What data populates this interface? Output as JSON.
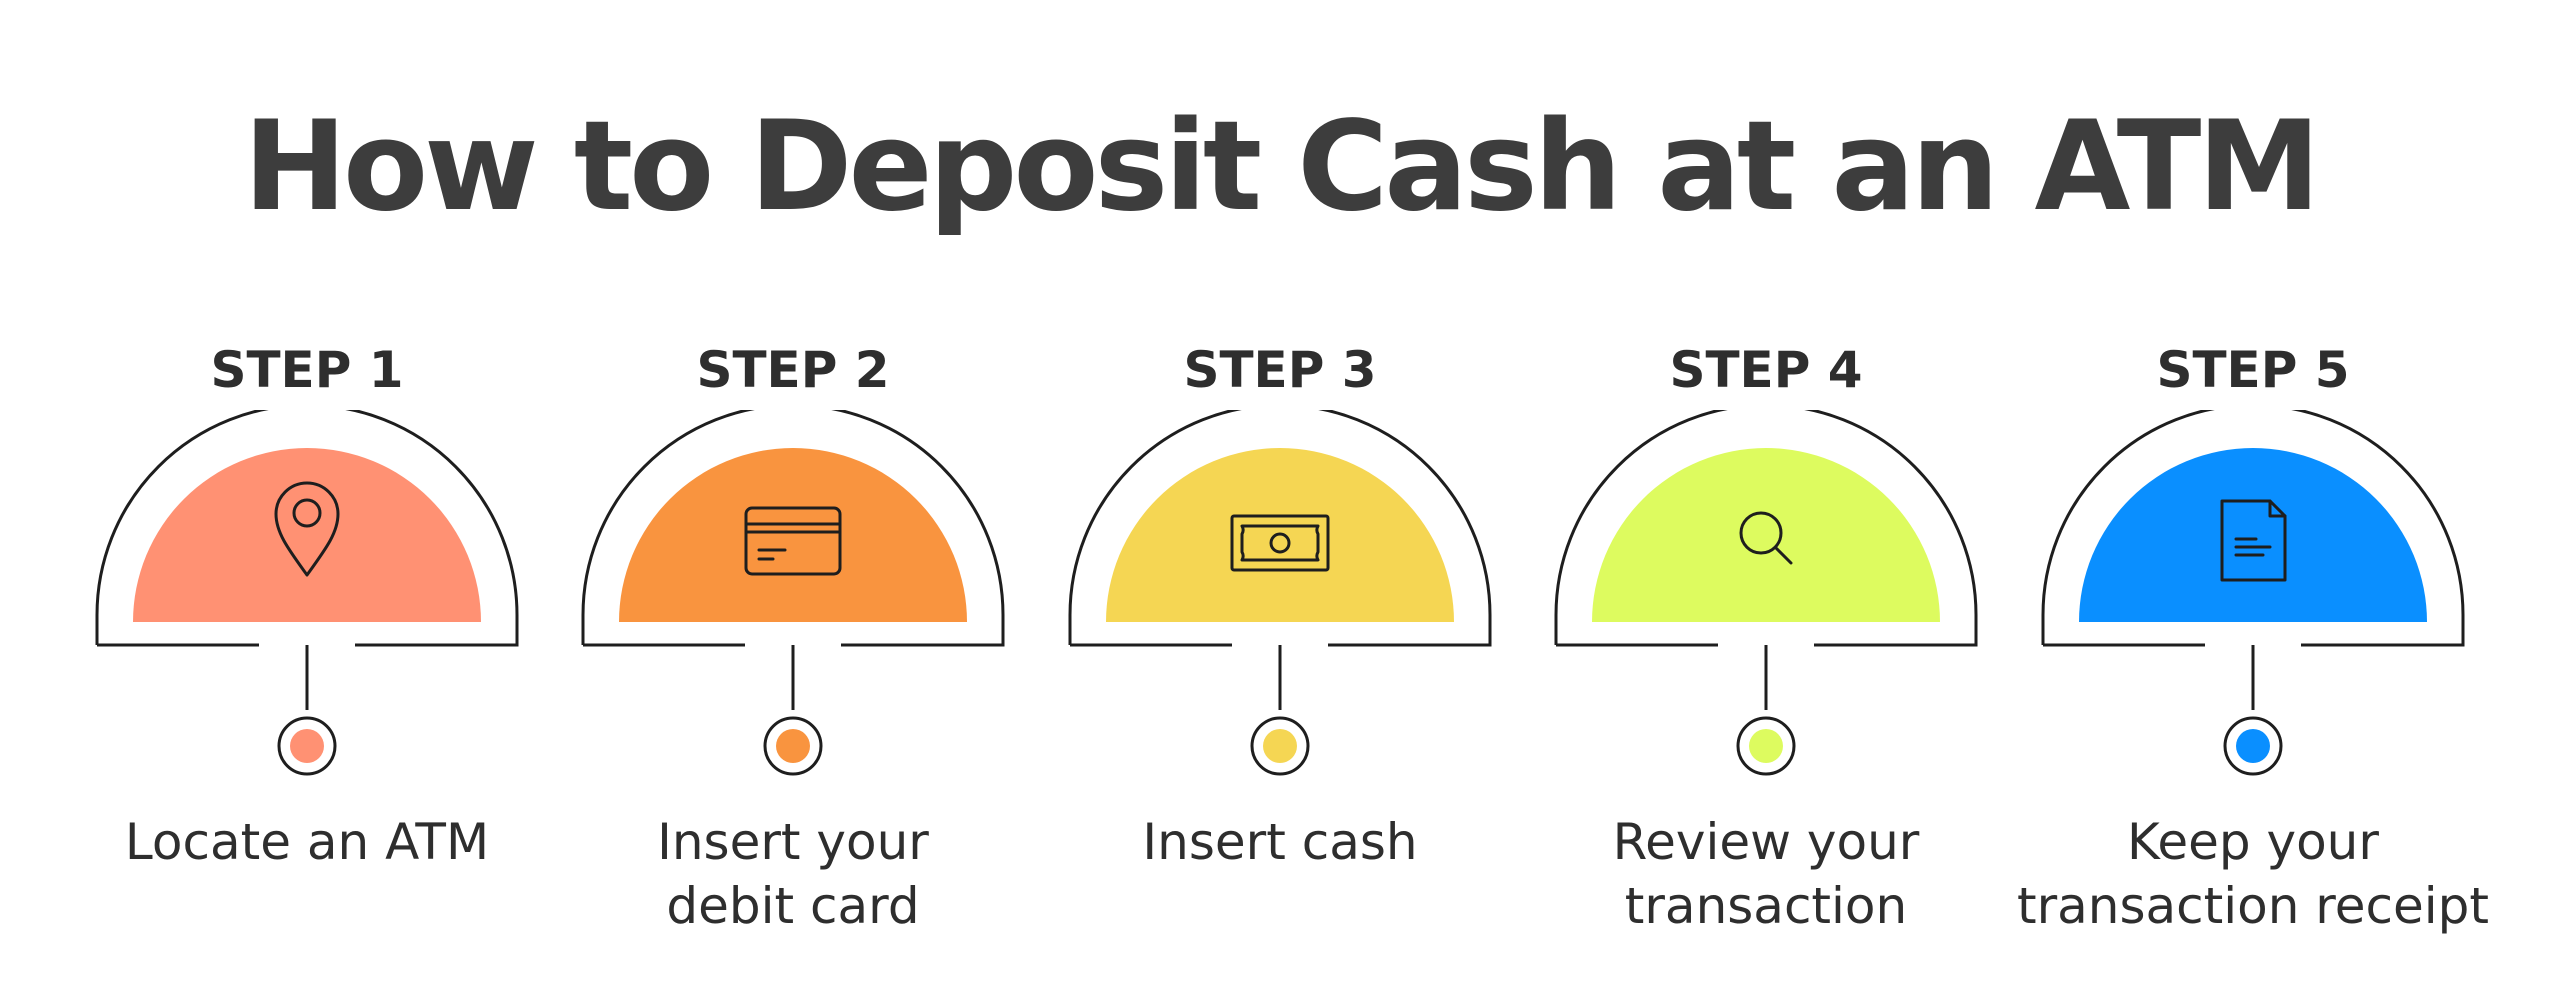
{
  "title": "How to Deposit Cash at an ATM",
  "steps": [
    {
      "label": "STEP 1",
      "color": "#FF9173",
      "icon": "location-pin-icon",
      "text_lines": [
        "Locate an ATM"
      ]
    },
    {
      "label": "STEP 2",
      "color": "#F9943F",
      "icon": "credit-card-icon",
      "text_lines": [
        "Insert your",
        "debit card"
      ]
    },
    {
      "label": "STEP 3",
      "color": "#F5D653",
      "icon": "cash-bill-icon",
      "text_lines": [
        "Insert cash"
      ]
    },
    {
      "label": "STEP 4",
      "color": "#DDFB5F",
      "icon": "magnifying-glass-icon",
      "text_lines": [
        "Review your",
        "transaction"
      ]
    },
    {
      "label": "STEP 5",
      "color": "#0A8FFF",
      "icon": "document-icon",
      "text_lines": [
        "Keep your",
        "transaction receipt"
      ]
    }
  ]
}
